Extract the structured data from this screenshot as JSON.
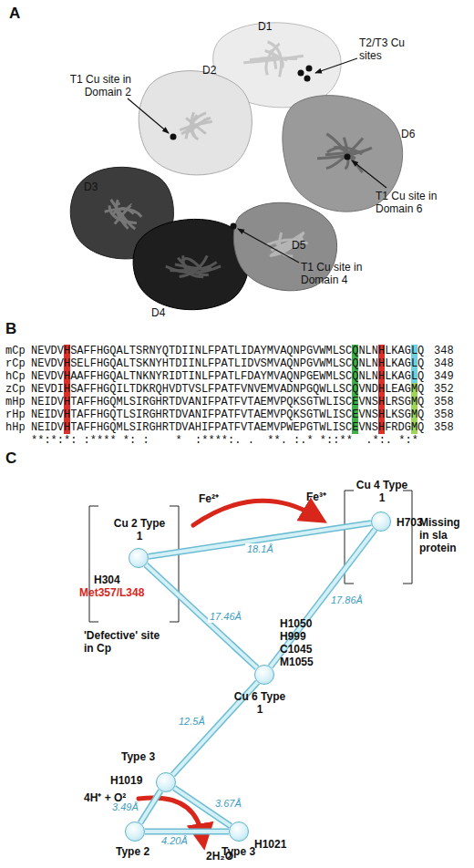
{
  "diagram": {
    "nodes": [
      {
        "text": [
          "Cu 2 Type 1",
          "H304",
          "Met357/L348"
        ]
      },
      {
        "text": [
          "Cu 4 Type 1",
          "H703"
        ]
      },
      {
        "text": [
          "Cu 6 Type 1",
          "H1050 H999 C1045 M1055"
        ]
      },
      {
        "text": [
          "Type 3",
          "H1019"
        ]
      },
      {
        "text": [
          "Type 2"
        ]
      },
      {
        "text": [
          "Type 3",
          "H1021"
        ]
      }
    ],
    "edges": [
      {
        "from": 0,
        "to": 1,
        "arrow": "none",
        "label": "18.1Å"
      },
      {
        "from": 0,
        "to": 2,
        "arrow": "none",
        "label": "17.46Å"
      },
      {
        "from": 1,
        "to": 2,
        "arrow": "none",
        "label": "17.86Å"
      },
      {
        "from": 2,
        "to": 3,
        "arrow": "none",
        "label": "12.5Å"
      },
      {
        "from": 3,
        "to": 4,
        "arrow": "none",
        "label": "3.49Å"
      },
      {
        "from": 4,
        "to": 5,
        "arrow": "none",
        "label": "4.20Å"
      },
      {
        "from": 3,
        "to": 5,
        "arrow": "none",
        "label": "3.67Å"
      }
    ],
    "labels": [
      "A",
      "D1",
      "D2",
      "D3",
      "D4",
      "D5",
      "D6",
      "T1 Cu site in Domain 2",
      "T2/T3 Cu sites",
      "T1 Cu site in Domain 6",
      "T1 Cu site in Domain 4",
      "B",
      "mCp",
      "NEVDVHSAFFHGQALTSRNYQTDIINLFPATLIDAYMVAQNPGVWMLSCQNLNHLKAGLQ",
      "348",
      "rCp",
      "NEVDVHSELFHGQALTSKNYHTDIINLFPATLIDVSMVAQNPGVWMLSCQNLNHLKAGLQ",
      "348",
      "hCp",
      "NEVDVHAAFFHGQALTNKNYRIDTINLFPATLFDAYMVAQNPGEWMLSCQNLNHLKAGLQ",
      "349",
      "zCp",
      "NEVDIHSAFFHGQILTDKRQHVDTVSLFPATFVNVEMVADNPGQWLLSCQVNDHLEAGMQ",
      "352",
      "mHp",
      "NEIDVHTAFFHGQMLSIRGHRTDVANIFPATFVTAEMVPQKSGTWLISCEVNSHLRSGMQ",
      "358",
      "rHp",
      "NEIDVHTAFFHGQTLSIRGHRTDVANIFPATFVTAEMVPQKSGTWLISCEVNSHLKSGMQ",
      "358",
      "hHp",
      "NEIDVHTAFFHGQMLSIRGHRTDVAHIFPATFVTAEMVPWEPGTWLISCEVNSHFRDGMQ",
      "358",
      "**:*:*: :**** *: :    *  :****:. .  **. :.* *::**  .*:. *:*",
      "C",
      "Fe²⁺",
      "Fe³⁺",
      "'Defective' site in Cp",
      "Missing in sla protein",
      "4H⁺ + O²",
      "2H₂O"
    ]
  }
}
